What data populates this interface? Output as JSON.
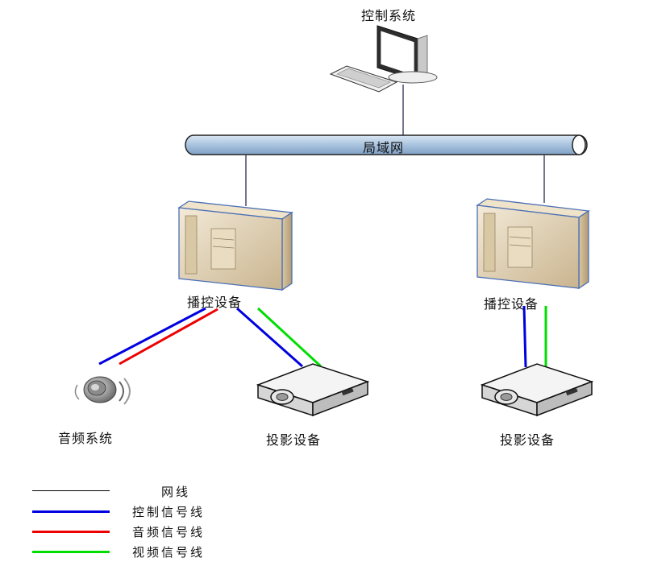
{
  "nodes": {
    "control_system": "控制系统",
    "lan": "局域网",
    "player_left": "播控设备",
    "player_right": "播控设备",
    "audio_system": "音频系统",
    "projector_left": "投影设备",
    "projector_right": "投影设备"
  },
  "legend": [
    {
      "label": "网线",
      "color": "#000000"
    },
    {
      "label": "控制信号线",
      "color": "#0000e0"
    },
    {
      "label": "音频信号线",
      "color": "#ee0000"
    },
    {
      "label": "视频信号线",
      "color": "#00dd00"
    }
  ],
  "colors": {
    "network_line": "#2b2b55",
    "control": "#0000e0",
    "audio": "#ee0000",
    "video": "#00dd00",
    "pipe_fill": "#a9c3df",
    "pipe_stroke": "#222222"
  }
}
